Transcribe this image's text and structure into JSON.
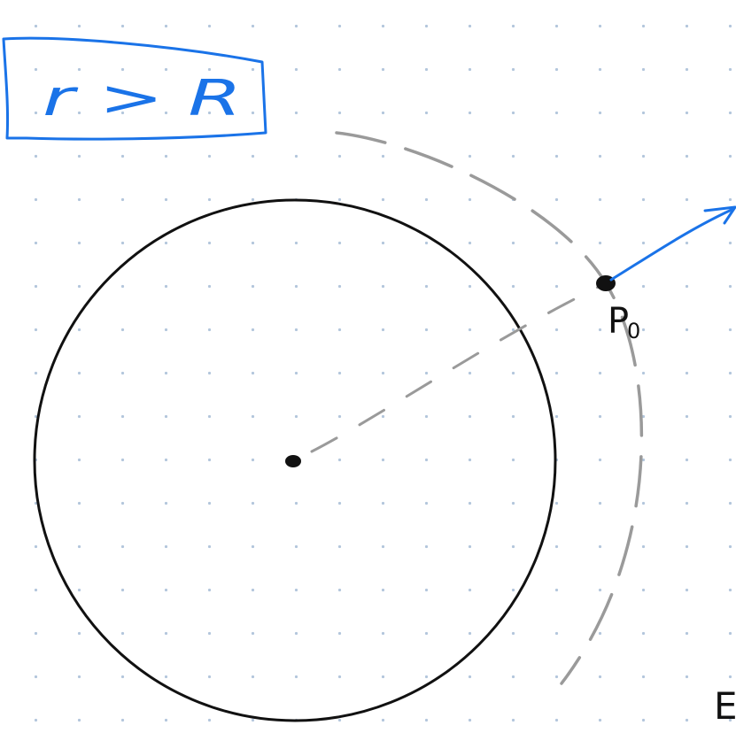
{
  "labels": {
    "condition": "r > R",
    "point": "P",
    "point_subscript": "0",
    "corner_fragment": "E"
  },
  "colors": {
    "ink": "#111111",
    "accent_blue": "#1a73e8",
    "dashed_gray": "#9a9a9a",
    "grid_dot": "#b3c6dc",
    "background": "#ffffff"
  }
}
